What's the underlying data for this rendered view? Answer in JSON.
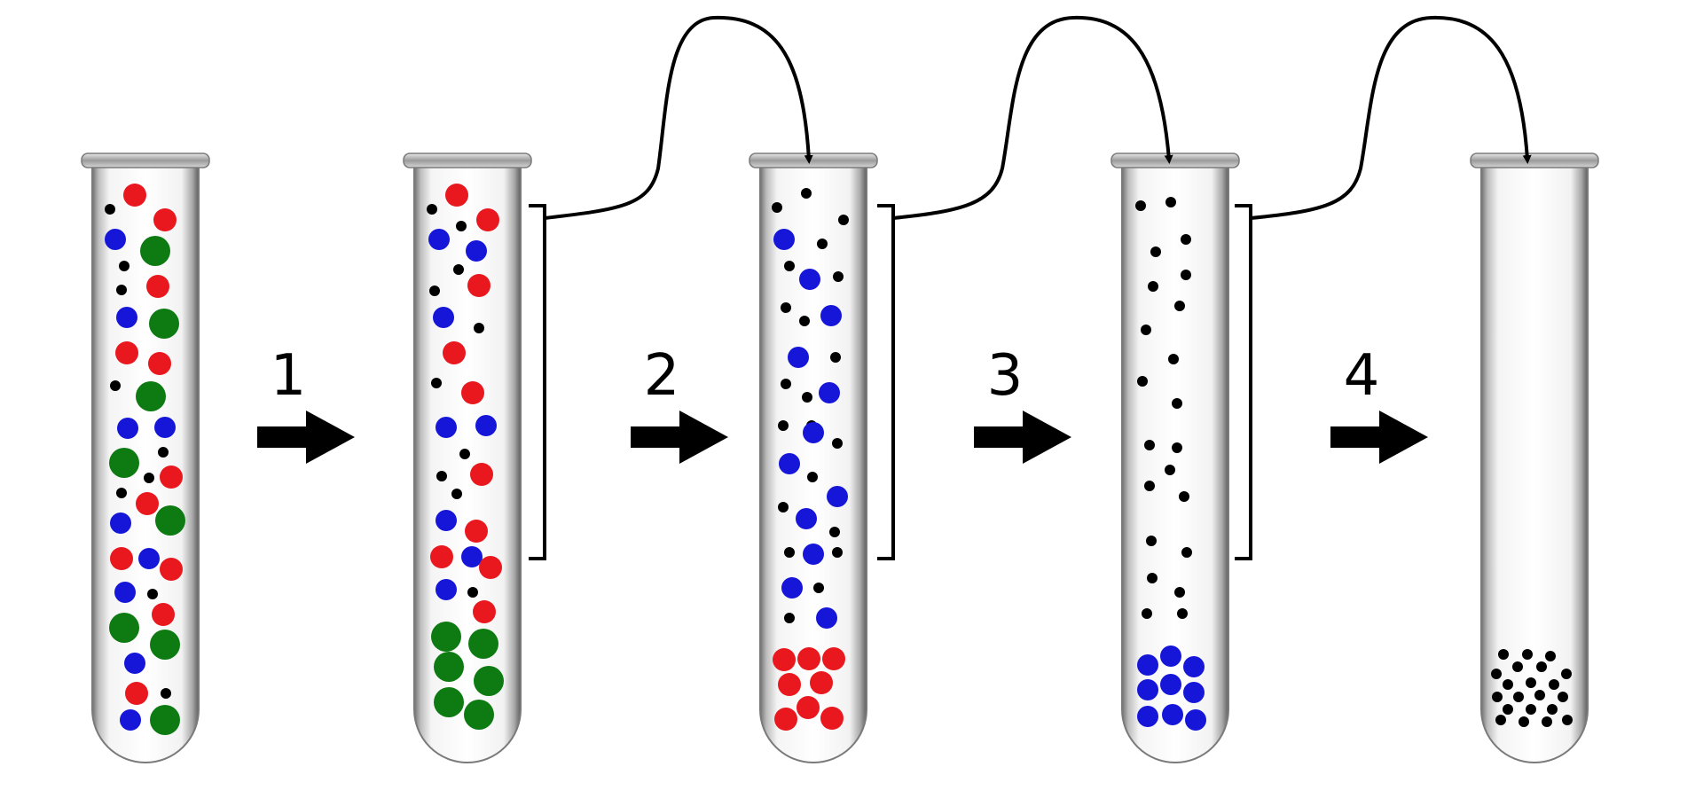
{
  "steps": [
    {
      "label": "1"
    },
    {
      "label": "2"
    },
    {
      "label": "3"
    },
    {
      "label": "4"
    }
  ],
  "colors": {
    "red": "#e8181e",
    "blue": "#1616d9",
    "green": "#0d7a12",
    "black": "#000000"
  },
  "tubes": [
    {
      "name": "tube-initial-mixture",
      "contents": [
        "red",
        "blue",
        "green",
        "black"
      ],
      "sediment": "none"
    },
    {
      "name": "tube-after-step-1",
      "contents": [
        "red",
        "blue",
        "black"
      ],
      "sediment": "green"
    },
    {
      "name": "tube-after-step-2",
      "contents": [
        "blue",
        "black"
      ],
      "sediment": "red"
    },
    {
      "name": "tube-after-step-3",
      "contents": [
        "black"
      ],
      "sediment": "blue"
    },
    {
      "name": "tube-after-step-4",
      "contents": [],
      "sediment": "black"
    }
  ]
}
